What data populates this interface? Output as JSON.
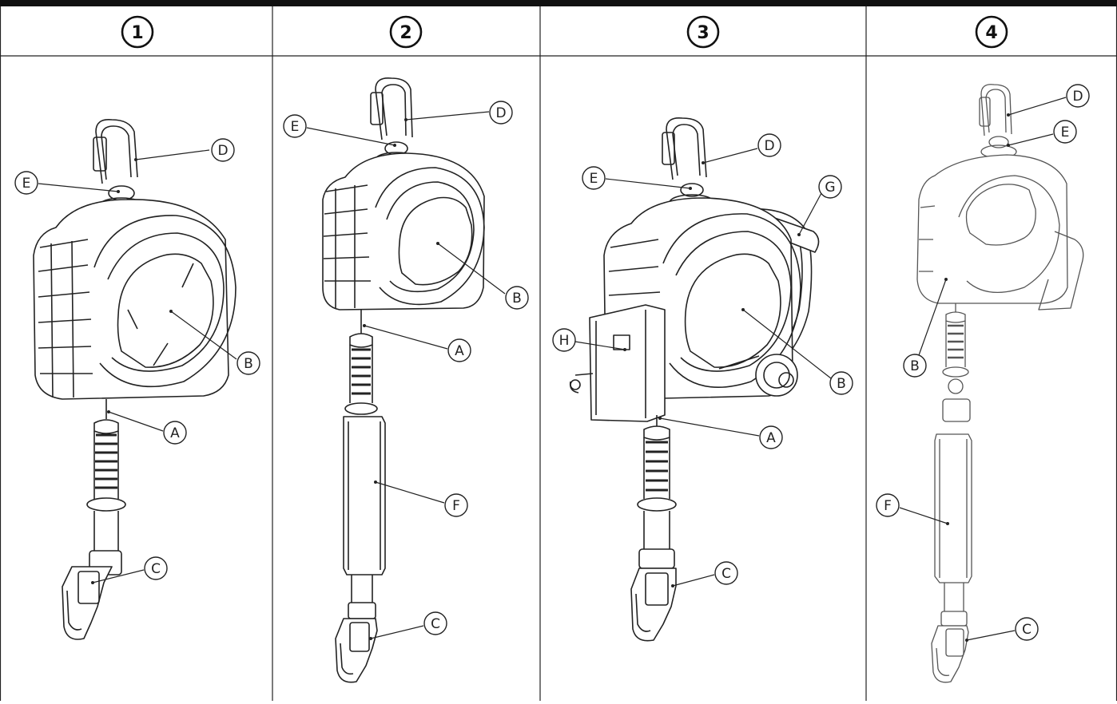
{
  "columns": [
    {
      "number": "1",
      "callouts": [
        {
          "letter": "D"
        },
        {
          "letter": "E"
        },
        {
          "letter": "B"
        },
        {
          "letter": "A"
        },
        {
          "letter": "C"
        }
      ]
    },
    {
      "number": "2",
      "callouts": [
        {
          "letter": "D"
        },
        {
          "letter": "E"
        },
        {
          "letter": "B"
        },
        {
          "letter": "A"
        },
        {
          "letter": "F"
        },
        {
          "letter": "C"
        }
      ]
    },
    {
      "number": "3",
      "callouts": [
        {
          "letter": "D"
        },
        {
          "letter": "E"
        },
        {
          "letter": "G"
        },
        {
          "letter": "H"
        },
        {
          "letter": "B"
        },
        {
          "letter": "A"
        },
        {
          "letter": "C"
        }
      ]
    },
    {
      "number": "4",
      "callouts": [
        {
          "letter": "D"
        },
        {
          "letter": "E"
        },
        {
          "letter": "B"
        },
        {
          "letter": "F"
        },
        {
          "letter": "C"
        }
      ]
    }
  ]
}
